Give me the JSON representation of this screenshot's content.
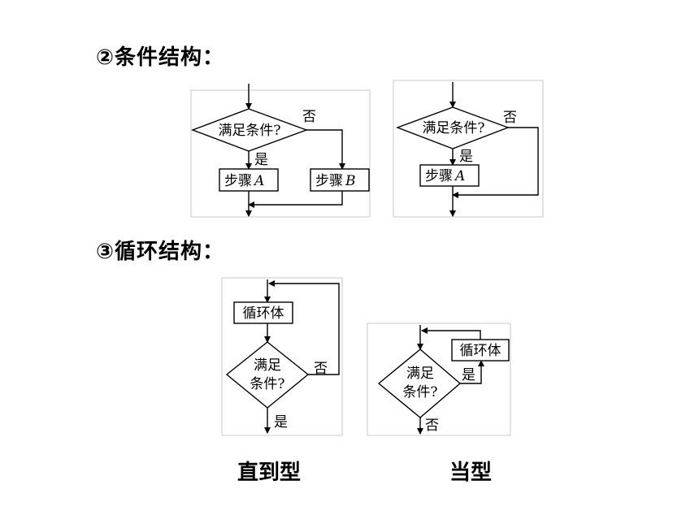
{
  "headings": {
    "conditional": "②条件结构：",
    "loop": "③循环结构："
  },
  "cond1": {
    "condition": "满足条件?",
    "yes": "是",
    "no": "否",
    "stepA": "步骤",
    "stepA_var": "A",
    "stepB": "步骤",
    "stepB_var": "B"
  },
  "cond2": {
    "condition": "满足条件?",
    "yes": "是",
    "no": "否",
    "stepA": "步骤",
    "stepA_var": "A"
  },
  "loop1": {
    "body": "循环体",
    "cond_line1": "满足",
    "cond_line2": "条件?",
    "no": "否",
    "yes": "是",
    "caption": "直到型"
  },
  "loop2": {
    "body": "循环体",
    "cond_line1": "满足",
    "cond_line2": "条件?",
    "yes": "是",
    "no": "否",
    "caption": "当型"
  }
}
